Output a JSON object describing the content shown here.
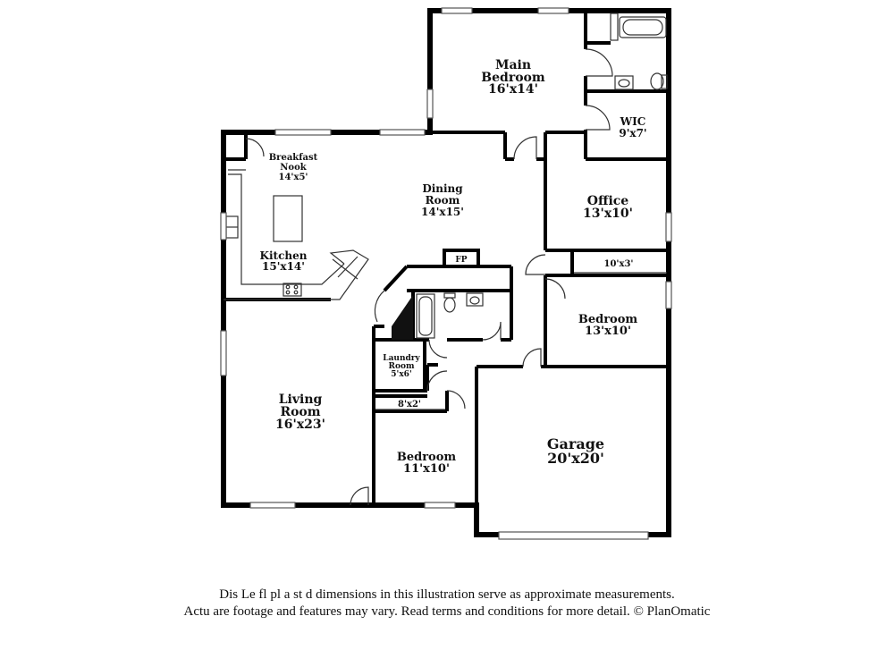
{
  "rooms": {
    "main_bedroom": {
      "name_line1": "Main",
      "name_line2": "Bedroom",
      "size": "16'x14'"
    },
    "wic": {
      "name": "WIC",
      "size": "9'x7'"
    },
    "breakfast_nook": {
      "name_line1": "Breakfast",
      "name_line2": "Nook",
      "size": "14'x5'"
    },
    "dining_room": {
      "name_line1": "Dining",
      "name_line2": "Room",
      "size": "14'x15'"
    },
    "office": {
      "name": "Office",
      "size": "13'x10'"
    },
    "kitchen": {
      "name": "Kitchen",
      "size": "15'x14'"
    },
    "fireplace": {
      "label": "FP"
    },
    "closet_10x3": {
      "size": "10'x3'"
    },
    "bedroom_east": {
      "name": "Bedroom",
      "size": "13'x10'"
    },
    "laundry_room": {
      "name_line1": "Laundry",
      "name_line2": "Room",
      "size": "5'x6'"
    },
    "living_room": {
      "name_line1": "Living",
      "name_line2": "Room",
      "size": "16'x23'"
    },
    "closet_8x2": {
      "size": "8'x2'"
    },
    "garage": {
      "name": "Garage",
      "size": "20'x20'"
    },
    "bedroom_south": {
      "name": "Bedroom",
      "size": "11'x10'"
    }
  },
  "disclaimer": {
    "line1": "Dis     Le fl    pl   a    st   d dimensions in this illustration serve as approximate measurements.",
    "line2": "Actu     are footage and features may vary. Read terms and conditions for more detail. © PlanOmatic"
  },
  "colors": {
    "wall": "#000000",
    "interior": "#333333",
    "window": "#888888"
  }
}
